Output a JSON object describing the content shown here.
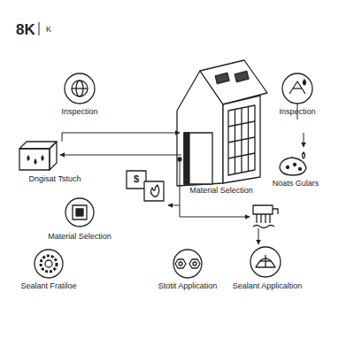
{
  "diagram": {
    "nodes": [
      {
        "text": [
          "Inspection"
        ]
      },
      {
        "text": [
          "Inspection"
        ]
      },
      {
        "text": [
          "Dngisat Tstuch"
        ]
      },
      {
        "text": [
          "Noats Gulars"
        ]
      },
      {
        "text": [
          "Material Selection"
        ]
      },
      {
        "text": [
          "Sealant Fratiloe"
        ]
      },
      {
        "text": [
          "Stotit Application"
        ]
      },
      {
        "text": [
          "Sealant Applicaltion"
        ]
      }
    ],
    "labels": [
      "8K",
      "K",
      "Material Selection",
      "$"
    ]
  }
}
